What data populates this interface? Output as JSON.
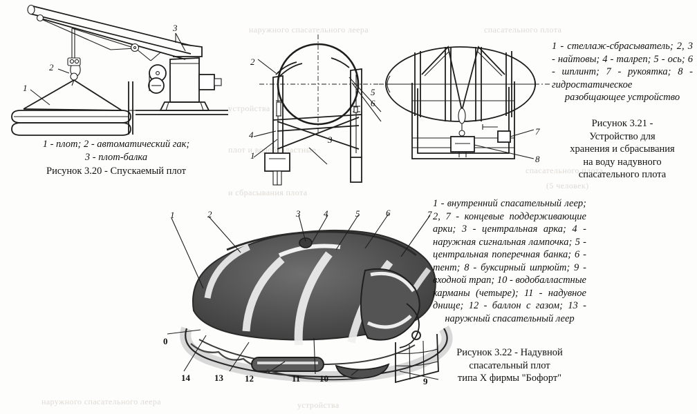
{
  "page": {
    "background_color": "#fdfdfc",
    "ink_color": "#1b1b1b",
    "showthrough_color": "#ded9d2"
  },
  "figures": {
    "fig320": {
      "id": "fig-3-20",
      "callouts": [
        "1",
        "2",
        "3"
      ],
      "caption_lines": [
        "1 - плот; 2 - автоматический гак;",
        "3 - плот-балка",
        "Рисунок 3.20 - Спускаемый плот"
      ],
      "caption_legend": "1 - плот; 2 - автоматический гак; 3 - плот-балка",
      "caption_title": "Рисунок 3.20 - Спускаемый плот"
    },
    "fig321": {
      "id": "fig-3-21",
      "callouts_left_view": [
        "2",
        "4",
        "1",
        "3",
        "5",
        "6"
      ],
      "callouts_right_view": [
        "7",
        "8"
      ],
      "caption_legend": "1 - стеллаж-сбрасыватель; 2, 3 - найтовы; 4 - талреп; 5 - ось; 6 - шплинт; 7 - рукоятка; 8 - гидростатическое разобщающее устройство",
      "caption_title_lines": [
        "Рисунок 3.21 -",
        "Устройство для",
        "хранения и сбрасывания",
        "на воду надувного",
        "спасательного плота"
      ]
    },
    "fig322": {
      "id": "fig-3-22",
      "callouts_top": [
        "1",
        "2",
        "3",
        "4",
        "5",
        "6",
        "7"
      ],
      "callouts_bottom": [
        "0",
        "14",
        "13",
        "12",
        "11",
        "10",
        "9"
      ],
      "caption_legend": "1 - внутренний спасательный леер; 2, 7 - концевые поддерживающие арки; 3 - центральная арка; 4 - наружная сигнальная лампочка; 5 - центральная поперечная банка; 6 - тент; 8 - буксирный шпрюйт; 9 - входной трап; 10 - водобалластные карманы (четыре); 11 - надувное днище; 12 - баллон с газом; 13 - наружный спасательный леер",
      "caption_title_lines": [
        "Рисунок 3.22 - Надувной",
        "спасательный плот",
        "типа Х фирмы \"Бофорт\""
      ]
    }
  },
  "showthrough": {
    "lines": [
      "наружного спасательного леера",
      "спасательного плота",
      "устройства",
      "плот и водобалластные",
      "и сбрасывания плота",
      "спасательного плота",
      "(5 человек)"
    ]
  }
}
